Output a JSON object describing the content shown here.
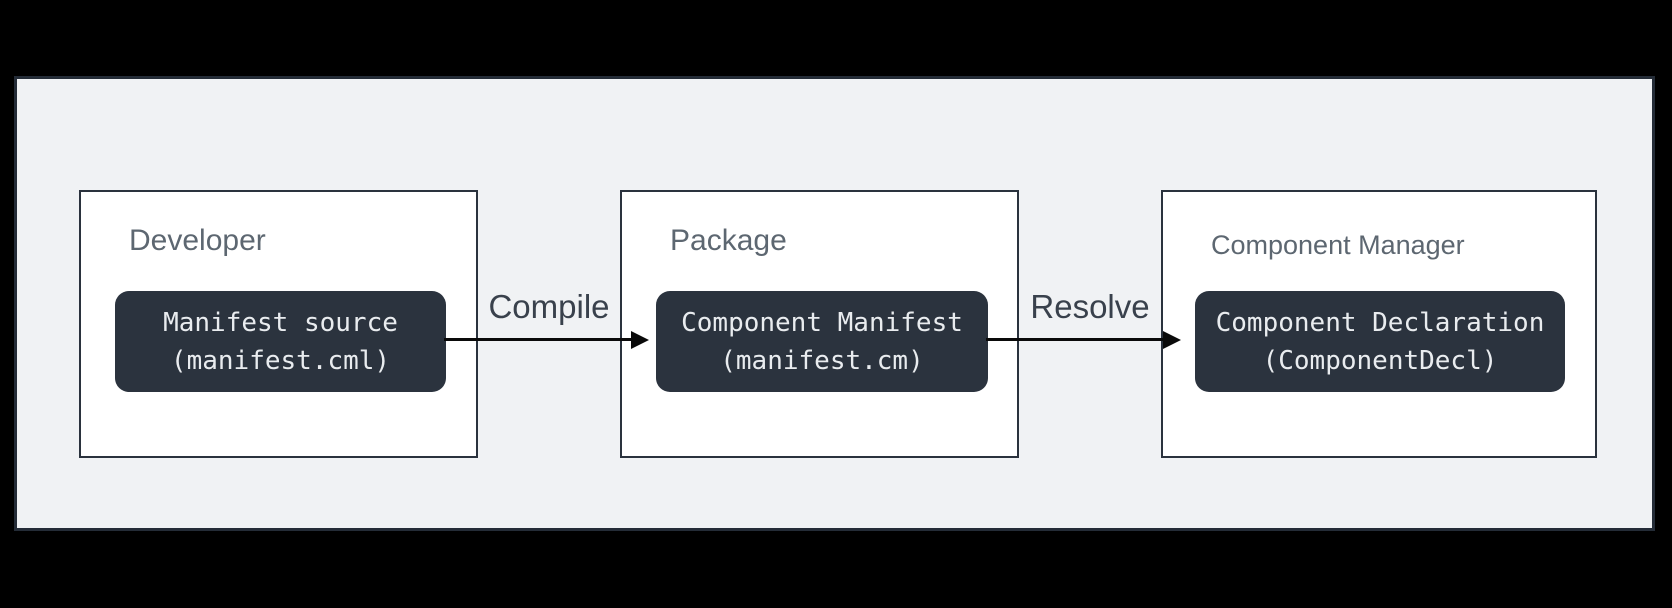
{
  "diagram": {
    "groups": [
      {
        "label": "Developer",
        "chip_line1": "Manifest source",
        "chip_line2": "(manifest.cml)"
      },
      {
        "label": "Package",
        "chip_line1": "Component Manifest",
        "chip_line2": "(manifest.cm)"
      },
      {
        "label": "Component Manager",
        "chip_line1": "Component Declaration",
        "chip_line2": "(ComponentDecl)"
      }
    ],
    "arrows": [
      {
        "label": "Compile"
      },
      {
        "label": "Resolve"
      }
    ],
    "colors": {
      "outer_background": "#000000",
      "panel_background": "#f0f2f4",
      "panel_border": "#242c37",
      "group_box_background": "#ffffff",
      "group_box_border": "#2a323d",
      "group_label_text": "#5d6771",
      "chip_background": "#2b333e",
      "chip_text": "#e9ecef",
      "arrow": "#0a0a0a",
      "arrow_label_text": "#39414c"
    }
  }
}
